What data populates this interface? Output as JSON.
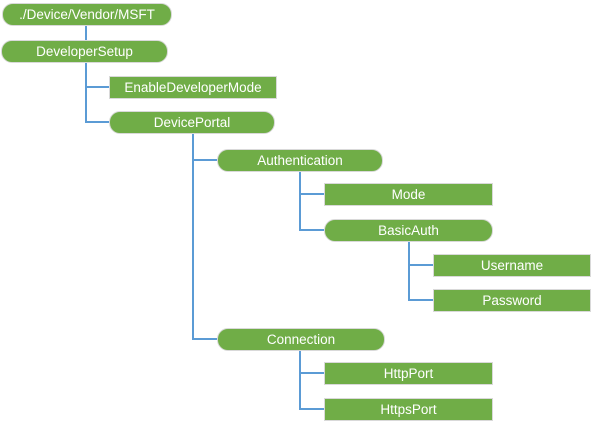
{
  "diagram": {
    "type": "tree",
    "colors": {
      "node_fill": "#70AD47",
      "node_border": "#D9D9D9",
      "node_text": "#FFFFFF",
      "connector": "#5B9BD5",
      "background": "#FFFFFF"
    },
    "nodes": {
      "root": {
        "label": "./Device/Vendor/MSFT",
        "shape": "rounded"
      },
      "developer_setup": {
        "label": "DeveloperSetup",
        "shape": "rounded"
      },
      "enable_developer_mode": {
        "label": "EnableDeveloperMode",
        "shape": "rect"
      },
      "device_portal": {
        "label": "DevicePortal",
        "shape": "rounded"
      },
      "authentication": {
        "label": "Authentication",
        "shape": "rounded"
      },
      "mode": {
        "label": "Mode",
        "shape": "rect"
      },
      "basic_auth": {
        "label": "BasicAuth",
        "shape": "rounded"
      },
      "username": {
        "label": "Username",
        "shape": "rect"
      },
      "password": {
        "label": "Password",
        "shape": "rect"
      },
      "connection": {
        "label": "Connection",
        "shape": "rounded"
      },
      "http_port": {
        "label": "HttpPort",
        "shape": "rect"
      },
      "https_port": {
        "label": "HttpsPort",
        "shape": "rect"
      }
    },
    "edges": [
      {
        "from": "root",
        "to": "developer_setup"
      },
      {
        "from": "developer_setup",
        "to": "enable_developer_mode"
      },
      {
        "from": "developer_setup",
        "to": "device_portal"
      },
      {
        "from": "device_portal",
        "to": "authentication"
      },
      {
        "from": "authentication",
        "to": "mode"
      },
      {
        "from": "authentication",
        "to": "basic_auth"
      },
      {
        "from": "basic_auth",
        "to": "username"
      },
      {
        "from": "basic_auth",
        "to": "password"
      },
      {
        "from": "device_portal",
        "to": "connection"
      },
      {
        "from": "connection",
        "to": "http_port"
      },
      {
        "from": "connection",
        "to": "https_port"
      }
    ]
  }
}
